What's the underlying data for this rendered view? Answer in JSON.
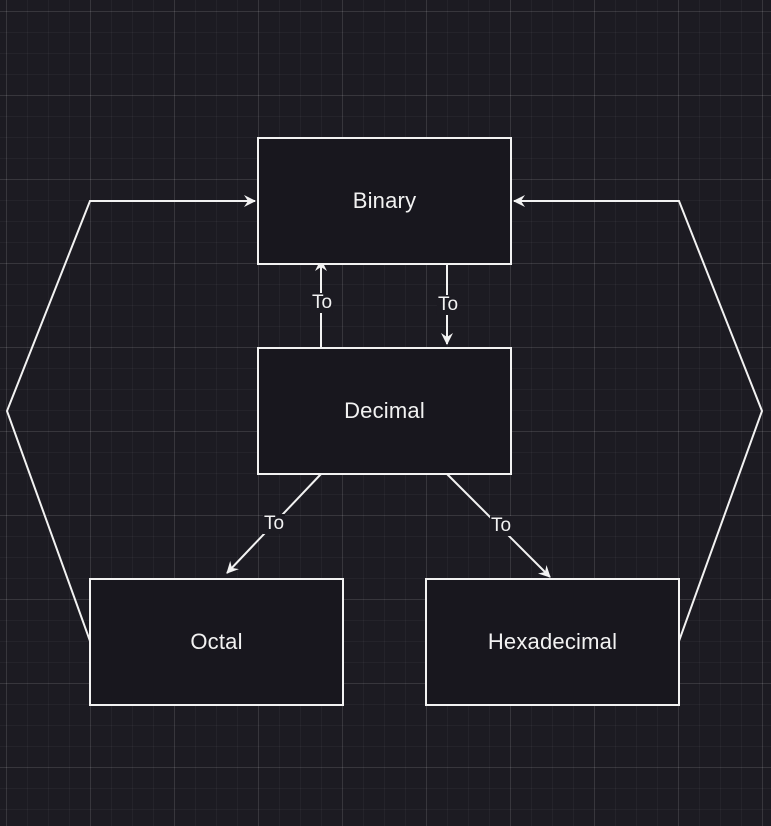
{
  "diagram": {
    "nodes": {
      "binary": "Binary",
      "decimal": "Decimal",
      "octal": "Octal",
      "hexadecimal": "Hexadecimal"
    },
    "edge_labels": {
      "decimal_to_binary": "To",
      "binary_to_decimal": "To",
      "decimal_to_octal": "To",
      "decimal_to_hexadecimal": "To"
    },
    "colors": {
      "background": "#1c1b22",
      "stroke": "#f2f2f2",
      "node_fill": "#18171e"
    }
  }
}
